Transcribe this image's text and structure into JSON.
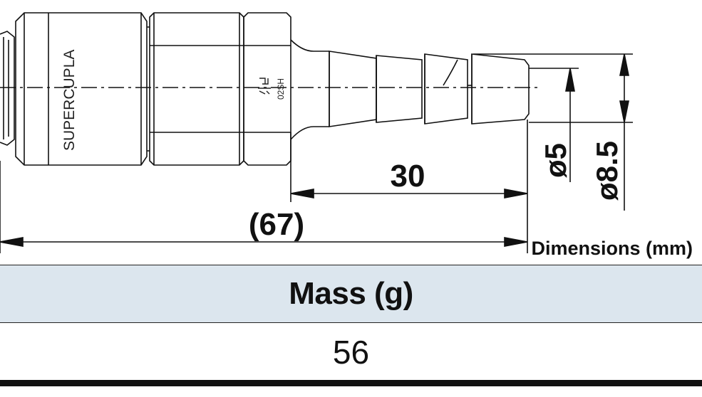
{
  "drawing": {
    "brand_label": "SUPERCUPLA",
    "model_label": "02SH",
    "dims": {
      "hose_length": "30",
      "total_length": "(67)",
      "inner_diameter": "ø5",
      "outer_diameter": "ø8.5"
    },
    "units_note": "Dimensions (mm)"
  },
  "table": {
    "header": "Mass (g)",
    "value": "56"
  }
}
